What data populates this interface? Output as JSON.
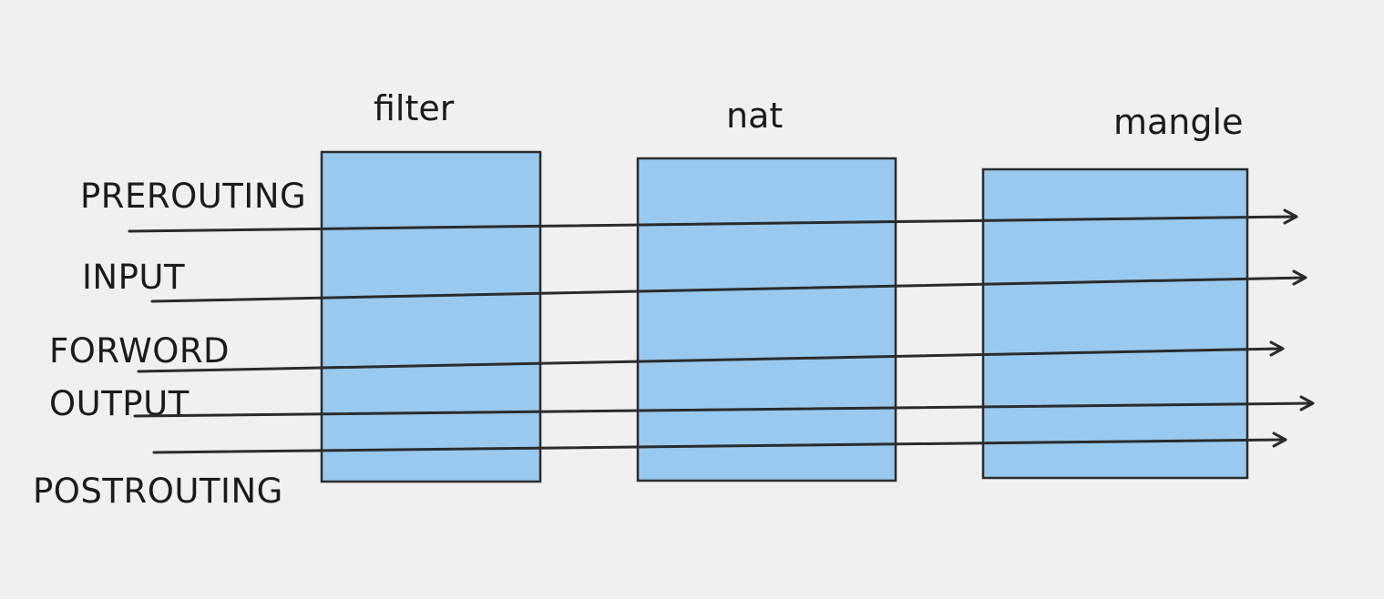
{
  "tables": [
    {
      "id": "filter",
      "label": "filter"
    },
    {
      "id": "nat",
      "label": "nat"
    },
    {
      "id": "mangle",
      "label": "mangle"
    }
  ],
  "chains": [
    {
      "id": "prerouting",
      "label": "PREROUTING"
    },
    {
      "id": "input",
      "label": "INPUT"
    },
    {
      "id": "forword",
      "label": "FORWORD"
    },
    {
      "id": "output",
      "label": "OUTPUT"
    },
    {
      "id": "postrouting",
      "label": "POSTROUTING"
    }
  ],
  "colors": {
    "background": "#f0f0f0",
    "box_fill": "#99c9ef",
    "stroke": "#2b2b2b",
    "text": "#1b1b1b"
  }
}
